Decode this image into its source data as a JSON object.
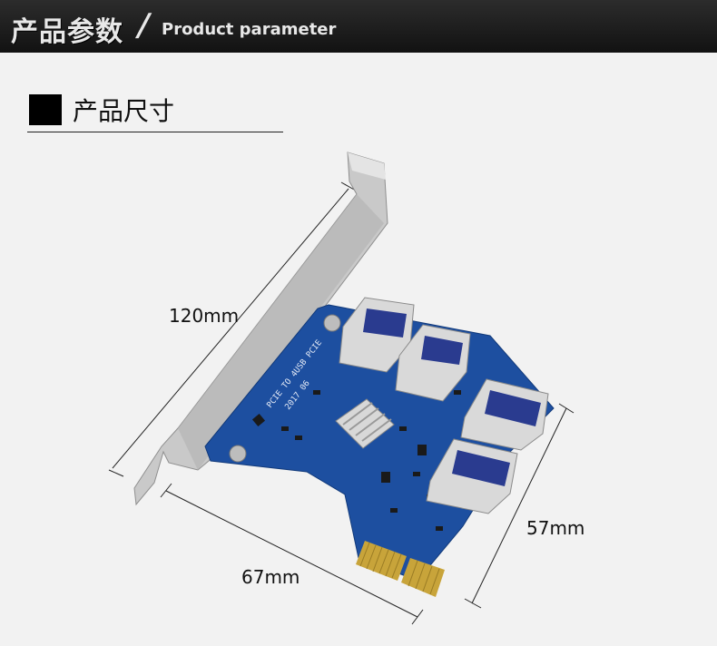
{
  "header": {
    "title_cn": "产品参数",
    "slash": "/",
    "title_en": "Product parameter"
  },
  "section": {
    "title": "产品尺寸"
  },
  "dimensions": {
    "height": "120mm",
    "length": "67mm",
    "width": "57mm"
  },
  "board": {
    "silkscreen_line1": "PCIE TO 4USB PCIE",
    "silkscreen_line2": "2017 06"
  },
  "colors": {
    "pcb": "#1d4fa0",
    "bracket": "#c9c9c9",
    "gold": "#c8a43a"
  }
}
